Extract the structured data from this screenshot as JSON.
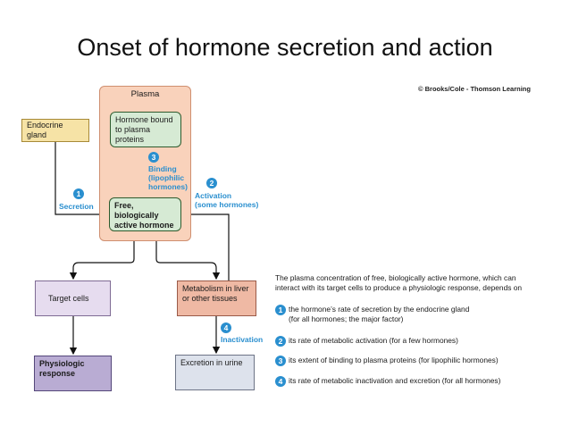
{
  "title": "Onset of hormone secretion and action",
  "credit": "© Brooks/Cole - Thomson Learning",
  "diagram": {
    "plasma": "Plasma",
    "hormone_bound": "Hormone bound to plasma proteins",
    "free_hormone": "Free, biologically active hormone",
    "endocrine_gland": "Endocrine gland",
    "target_cells": "Target cells",
    "metabolism": "Metabolism in liver or other tissues",
    "physiologic_response": "Physiologic response",
    "excretion": "Excretion in urine",
    "step1": {
      "num": "1",
      "label": "Secretion"
    },
    "step2": {
      "num": "2",
      "label_line1": "Activation",
      "label_line2": "(some hormones)"
    },
    "step3": {
      "num": "3",
      "label_line1": "Binding",
      "label_line2": "(lipophilic",
      "label_line3": "hormones)"
    },
    "step4": {
      "num": "4",
      "label": "Inactivation"
    }
  },
  "explanation": {
    "intro_line1": "The plasma concentration of free, biologically active hormone, which can",
    "intro_line2": "interact with its target cells to produce a physiologic response, depends on",
    "items": [
      {
        "num": "1",
        "line1": "the hormone’s rate of secretion by the endocrine gland",
        "line2": "(for all hormones; the major factor)"
      },
      {
        "num": "2",
        "line1": "its rate of metabolic activation (for a few hormones)"
      },
      {
        "num": "3",
        "line1": "its extent of binding to plasma proteins (for lipophilic hormones)"
      },
      {
        "num": "4",
        "line1": "its rate of metabolic inactivation and excretion (for all hormones)"
      }
    ]
  },
  "colors": {
    "plasma": "#f9d2bb",
    "green_box": "#d6ead4",
    "endocrine": "#f6e3a6",
    "target": "#e6dcef",
    "metabolism": "#efb9a4",
    "physiologic": "#b9acd3",
    "excretion": "#dde2ec",
    "step_blue": "#2a8fcf"
  }
}
